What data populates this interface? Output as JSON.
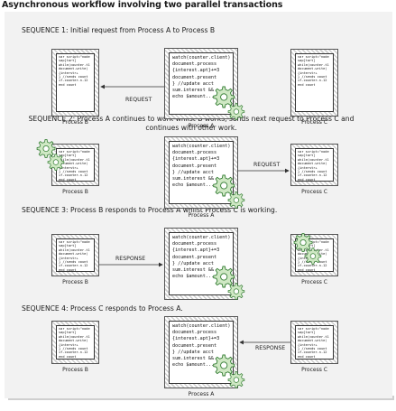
{
  "title": "Asynchronous workflow involving two parallel transactions",
  "sequences": [
    "SEQUENCE 1: Initial request from Process A to Process B",
    "SEQUENCE 2: Process A continues to work whilst B works, sends next request to Process C and continues with other work.",
    "SEQUENCE 3: Process B responds to Process A whilst Process C is working.",
    "SEQUENCE 4: Process C responds to Process A."
  ],
  "processes": {
    "a": "Process A",
    "b": "Process B",
    "c": "Process C"
  },
  "arrow_labels": {
    "request": "REQUEST",
    "response": "RESPONSE"
  },
  "code": {
    "a_big": "watch(counter.client)\ndocument.process\n{interest.apt}+=3\ndocument.present\n} //update acct\nsum.interest &&\necho $amount...",
    "a_big_seq2": "watch(counter.client)\ndocument.process\n{interest.apt}+=3\ndocument.present\n} //update acct\nsum.interest &&\necho $amount...",
    "b_small": "var script=\"node\nsap[tart]\nwhile(counter.t1\ndocument.write(\n{interstr+\n} //sends count\nif.counter.n.12\nend count",
    "c_small": "var script=\"node\nsap[tart]\nwhile(counter.t1\ndocument.write(\n{interstr+\n} //sends count\nif.counter.n.12\nend count"
  },
  "colors": {
    "gear_fill": "#cfe8c4",
    "gear_stroke": "#2f7a2f",
    "panel": "#f2f2f2"
  }
}
